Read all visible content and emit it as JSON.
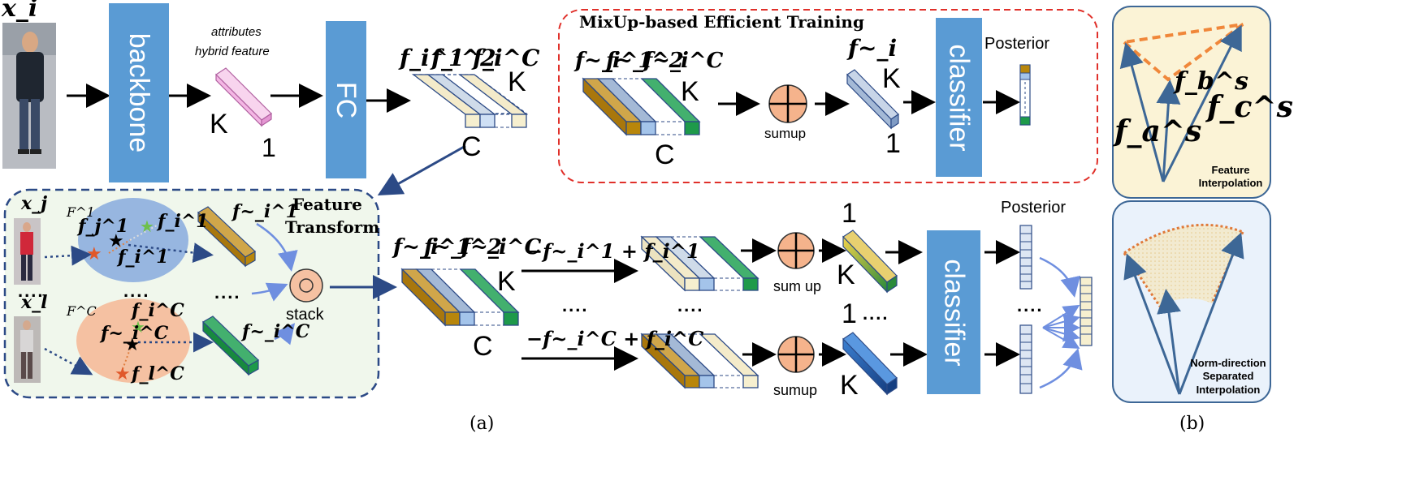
{
  "top": {
    "input_label": "x_i",
    "backbone_label": "backbone",
    "feature_caption_1": "attributes",
    "feature_caption_2": "hybrid feature",
    "dim_K": "K",
    "dim_1": "1",
    "fc_label": "FC",
    "cube_labels": [
      "f_i^1",
      "f_i^2",
      "f_i^C"
    ],
    "cube_K": "K",
    "cube_C": "C"
  },
  "mixup": {
    "title": "MixUp-based Efficient Training",
    "cube_labels": [
      "f~_i^1",
      "f~_i^2",
      "f~_i^C"
    ],
    "cube_K": "K",
    "cube_C": "C",
    "sum_label": "sumup",
    "mixed_label": "f~_i",
    "mixed_K": "K",
    "mixed_1": "1",
    "classifier_label": "classifier",
    "posterior_label": "Posterior"
  },
  "transform": {
    "title_1": "Feature",
    "title_2": "Transform",
    "x_j": "x_j",
    "x_l": "x_l",
    "set_1": "F^1",
    "set_C": "F^C",
    "f_j1": "f_j^1",
    "f_i1": "f_i^1",
    "f_i1_center": "f_i^1",
    "f_iC": "f_i^C",
    "f_iC_tilde": "f~_i^C",
    "f_lC": "f_l^C",
    "out_1": "f~_i^1",
    "out_C": "f~_i^C",
    "stack_label": "stack",
    "dots": "....",
    "dots2": "...."
  },
  "bottom": {
    "cube_labels": [
      "f~_i^1",
      "f~_i^2",
      "f~_i^C"
    ],
    "cube_K": "K",
    "cube_C": "C",
    "expr_1": "−f~_i^1 + f_i^1",
    "expr_C": "−f~_i^C + f_i^C",
    "dots_mid": "....",
    "dots_mid2": "....",
    "sum_top": "sum  up",
    "sum_bottom": "sumup",
    "out_1_top": "1",
    "out_K_top": "K",
    "out_1_bottom": "1",
    "out_dots": "....",
    "out_K_bottom": "K",
    "classifier_label": "classifier",
    "posterior_label": "Posterior",
    "post_dots": "...."
  },
  "panel_b": {
    "fa": "f_a^s",
    "fb": "f_b^s",
    "fc": "f_c^s",
    "caption_top_1": "Feature",
    "caption_top_2": "Interpolation",
    "caption_bottom_1": "Norm-direction",
    "caption_bottom_2": "Separated",
    "caption_bottom_3": "Interpolation"
  },
  "captions": {
    "a": "(a)",
    "b": "(b)"
  },
  "colors": {
    "block_blue": "#5a9bd4",
    "pink": "#f4b6e4",
    "gold": "#b8860b",
    "green": "#1e9a4a",
    "cream": "#f6efcf",
    "arrow_blue": "#6f8fe0",
    "dashed_red": "#e0302a",
    "dashed_navy": "#2c4a86",
    "orange": "#f5c1a2",
    "panel_yellow": "#fbf3d6",
    "panel_blue": "#eaf2fb"
  }
}
